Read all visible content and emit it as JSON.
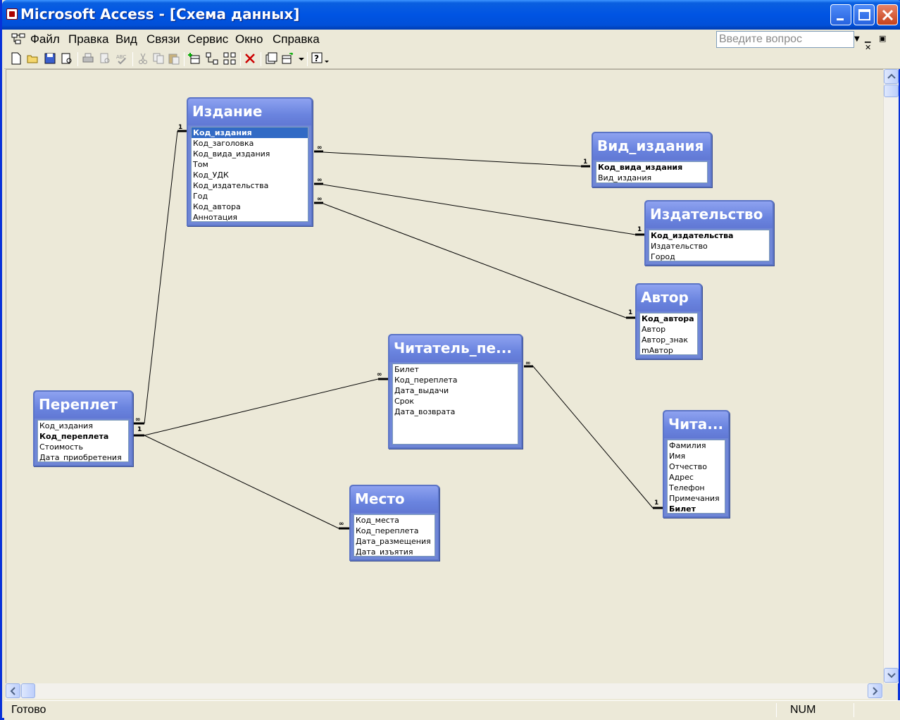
{
  "window": {
    "title": "Microsoft Access - [Схема данных]"
  },
  "menu": {
    "items": [
      "Файл",
      "Правка",
      "Вид",
      "Связи",
      "Сервис",
      "Окно",
      "Справка"
    ],
    "ask_placeholder": "Введите вопрос"
  },
  "toolbar": {
    "tools": [
      "new-icon",
      "open-icon",
      "save-icon",
      "print-preview-icon",
      "print-icon",
      "preview-icon",
      "spelling-icon",
      "cut-icon",
      "copy-icon",
      "paste-icon",
      "show-table-icon",
      "show-direct-icon",
      "show-all-icon",
      "delete-icon",
      "new-object-icon",
      "new-object-dropdown-icon",
      "help-icon"
    ]
  },
  "tables": [
    {
      "id": "izdanie",
      "title": "Издание",
      "fields": [
        {
          "name": "Код_издания",
          "pk": true,
          "selected": true
        },
        {
          "name": "Код_заголовка"
        },
        {
          "name": "Код_вида_издания"
        },
        {
          "name": "Том"
        },
        {
          "name": "Код_УДК"
        },
        {
          "name": "Код_издательства"
        },
        {
          "name": "Год"
        },
        {
          "name": "Код_автора"
        },
        {
          "name": "Аннотация"
        }
      ]
    },
    {
      "id": "vid",
      "title": "Вид_издания",
      "fields": [
        {
          "name": "Код_вида_издания",
          "pk": true
        },
        {
          "name": "Вид_издания"
        }
      ]
    },
    {
      "id": "izdatelstvo",
      "title": "Издательство",
      "fields": [
        {
          "name": "Код_издательства",
          "pk": true
        },
        {
          "name": "Издательство"
        },
        {
          "name": "Город"
        }
      ]
    },
    {
      "id": "avtor",
      "title": "Автор",
      "fields": [
        {
          "name": "Код_автора",
          "pk": true
        },
        {
          "name": "Автор"
        },
        {
          "name": "Автор_знак"
        },
        {
          "name": "mАвтор"
        }
      ]
    },
    {
      "id": "chitpe",
      "title": "Читатель_пе...",
      "fields": [
        {
          "name": "Билет"
        },
        {
          "name": "Код_переплета"
        },
        {
          "name": "Дата_выдачи"
        },
        {
          "name": "Срок"
        },
        {
          "name": "Дата_возврата"
        }
      ]
    },
    {
      "id": "pereplet",
      "title": "Переплет",
      "fields": [
        {
          "name": "Код_издания"
        },
        {
          "name": "Код_переплета",
          "pk": true
        },
        {
          "name": "Стоимость"
        },
        {
          "name": "Дата_приобретения"
        }
      ]
    },
    {
      "id": "chita",
      "title": "Чита...",
      "fields": [
        {
          "name": "Фамилия"
        },
        {
          "name": "Имя"
        },
        {
          "name": "Отчество"
        },
        {
          "name": "Адрес"
        },
        {
          "name": "Телефон"
        },
        {
          "name": "Примечания"
        },
        {
          "name": "Билет",
          "pk": true
        }
      ]
    },
    {
      "id": "mesto",
      "title": "Место",
      "fields": [
        {
          "name": "Код_места"
        },
        {
          "name": "Код_переплета"
        },
        {
          "name": "Дата_размещения"
        },
        {
          "name": "Дата_изъятия"
        }
      ]
    }
  ],
  "relationships": [
    {
      "from": "izdanie",
      "to": "vid",
      "from_card": "∞",
      "to_card": "1"
    },
    {
      "from": "izdanie",
      "to": "izdatelstvo",
      "from_card": "∞",
      "to_card": "1"
    },
    {
      "from": "izdanie",
      "to": "avtor",
      "from_card": "∞",
      "to_card": "1"
    },
    {
      "from": "pereplet",
      "to": "izdanie",
      "from_card": "∞",
      "to_card": "1"
    },
    {
      "from": "pereplet",
      "to": "chitpe",
      "from_card": "1",
      "to_card": "∞"
    },
    {
      "from": "pereplet",
      "to": "mesto",
      "from_card": "1",
      "to_card": "∞"
    },
    {
      "from": "chitpe",
      "to": "chita",
      "from_card": "∞",
      "to_card": "1"
    }
  ],
  "status": {
    "text": "Готово",
    "num": "NUM"
  },
  "colors": {
    "title_bar": "#0054e3",
    "table_header": "#6f86d6",
    "canvas": "#ece9d8",
    "selection": "#316ac5"
  }
}
